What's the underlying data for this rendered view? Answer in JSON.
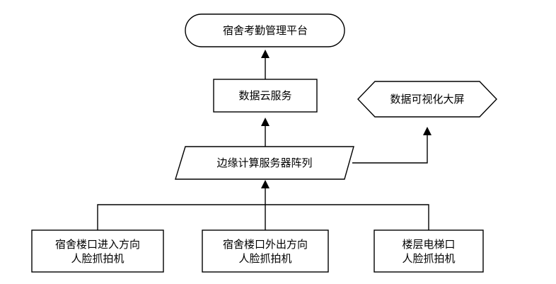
{
  "diagram": {
    "nodes": {
      "platform": {
        "label": "宿舍考勤管理平台"
      },
      "cloud": {
        "label": "数据云服务"
      },
      "screen": {
        "label": "数据可视化大屏"
      },
      "edge_array": {
        "label": "边缘计算服务器阵列"
      },
      "cam_in": {
        "line1": "宿舍楼口进入方向",
        "line2": "人脸抓拍机"
      },
      "cam_out": {
        "line1": "宿舍楼口外出方向",
        "line2": "人脸抓拍机"
      },
      "cam_elevator": {
        "line1": "楼层电梯口",
        "line2": "人脸抓拍机"
      }
    }
  }
}
